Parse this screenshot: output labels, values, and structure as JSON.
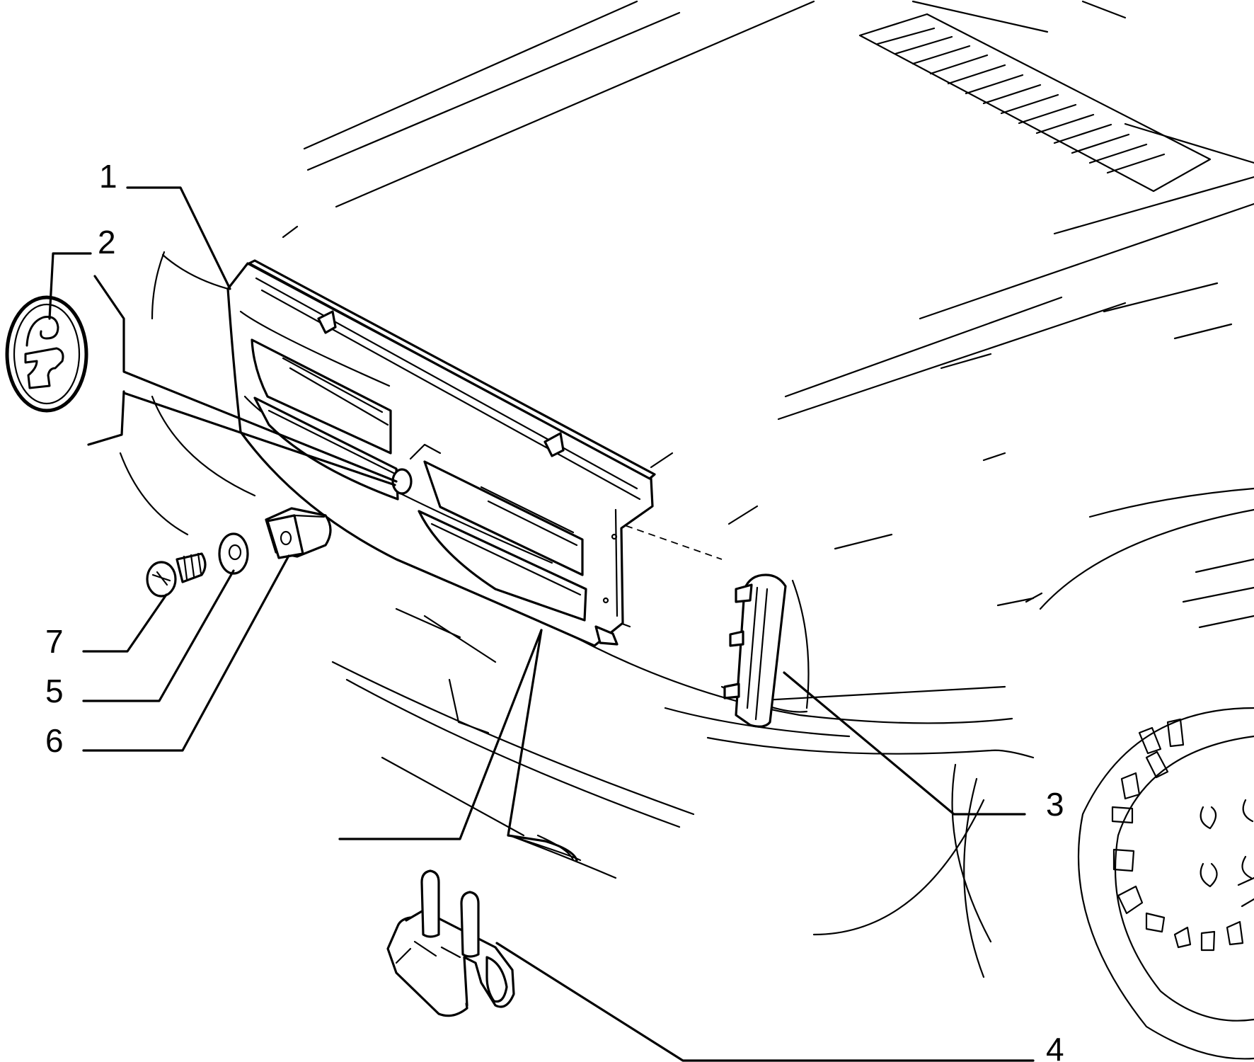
{
  "callouts": {
    "c1": "1",
    "c2": "2",
    "c3": "3",
    "c4": "4",
    "c5": "5",
    "c6": "6",
    "c7": "7"
  },
  "colors": {
    "line": "#000000",
    "background": "#ffffff"
  },
  "icons": {
    "badge": "alfa-romeo-biscione-emblem"
  }
}
